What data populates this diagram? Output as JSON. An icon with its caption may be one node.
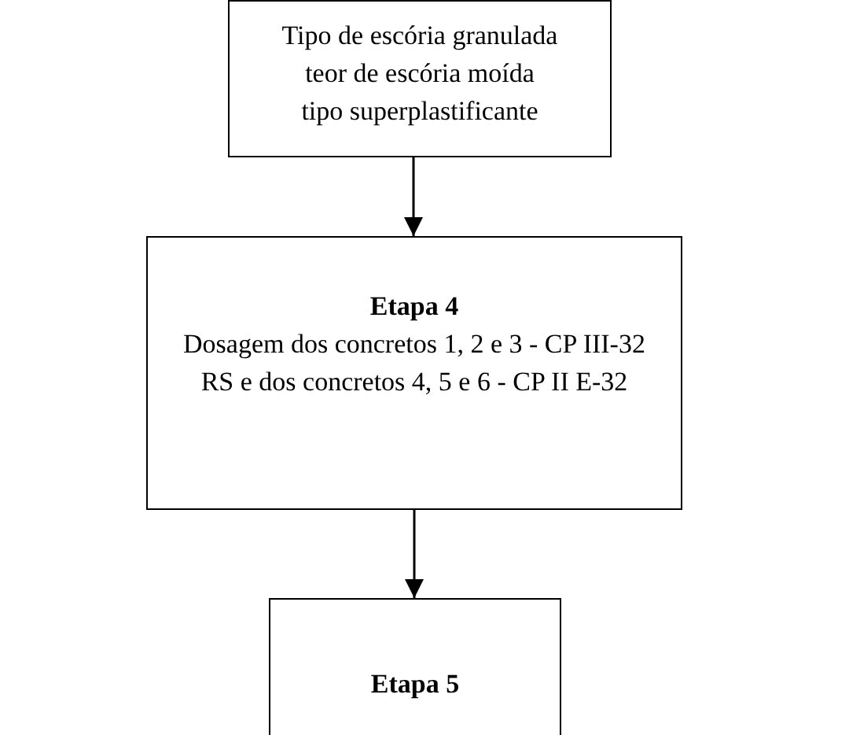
{
  "diagram": {
    "nodes": [
      {
        "text": [
          "Tipo de escória granulada",
          "teor de escória moída",
          "tipo superplastificante"
        ]
      },
      {
        "text": [
          "Etapa 4",
          "Dosagem dos concretos 1, 2 e 3 - CP III-32 RS e dos concretos 4, 5 e 6 - CP II E-32"
        ]
      },
      {
        "text": [
          "Etapa 5"
        ]
      }
    ],
    "edges": [
      {
        "from": 0,
        "to": 1,
        "arrow": "to"
      },
      {
        "from": 1,
        "to": 2,
        "arrow": "to"
      }
    ]
  }
}
